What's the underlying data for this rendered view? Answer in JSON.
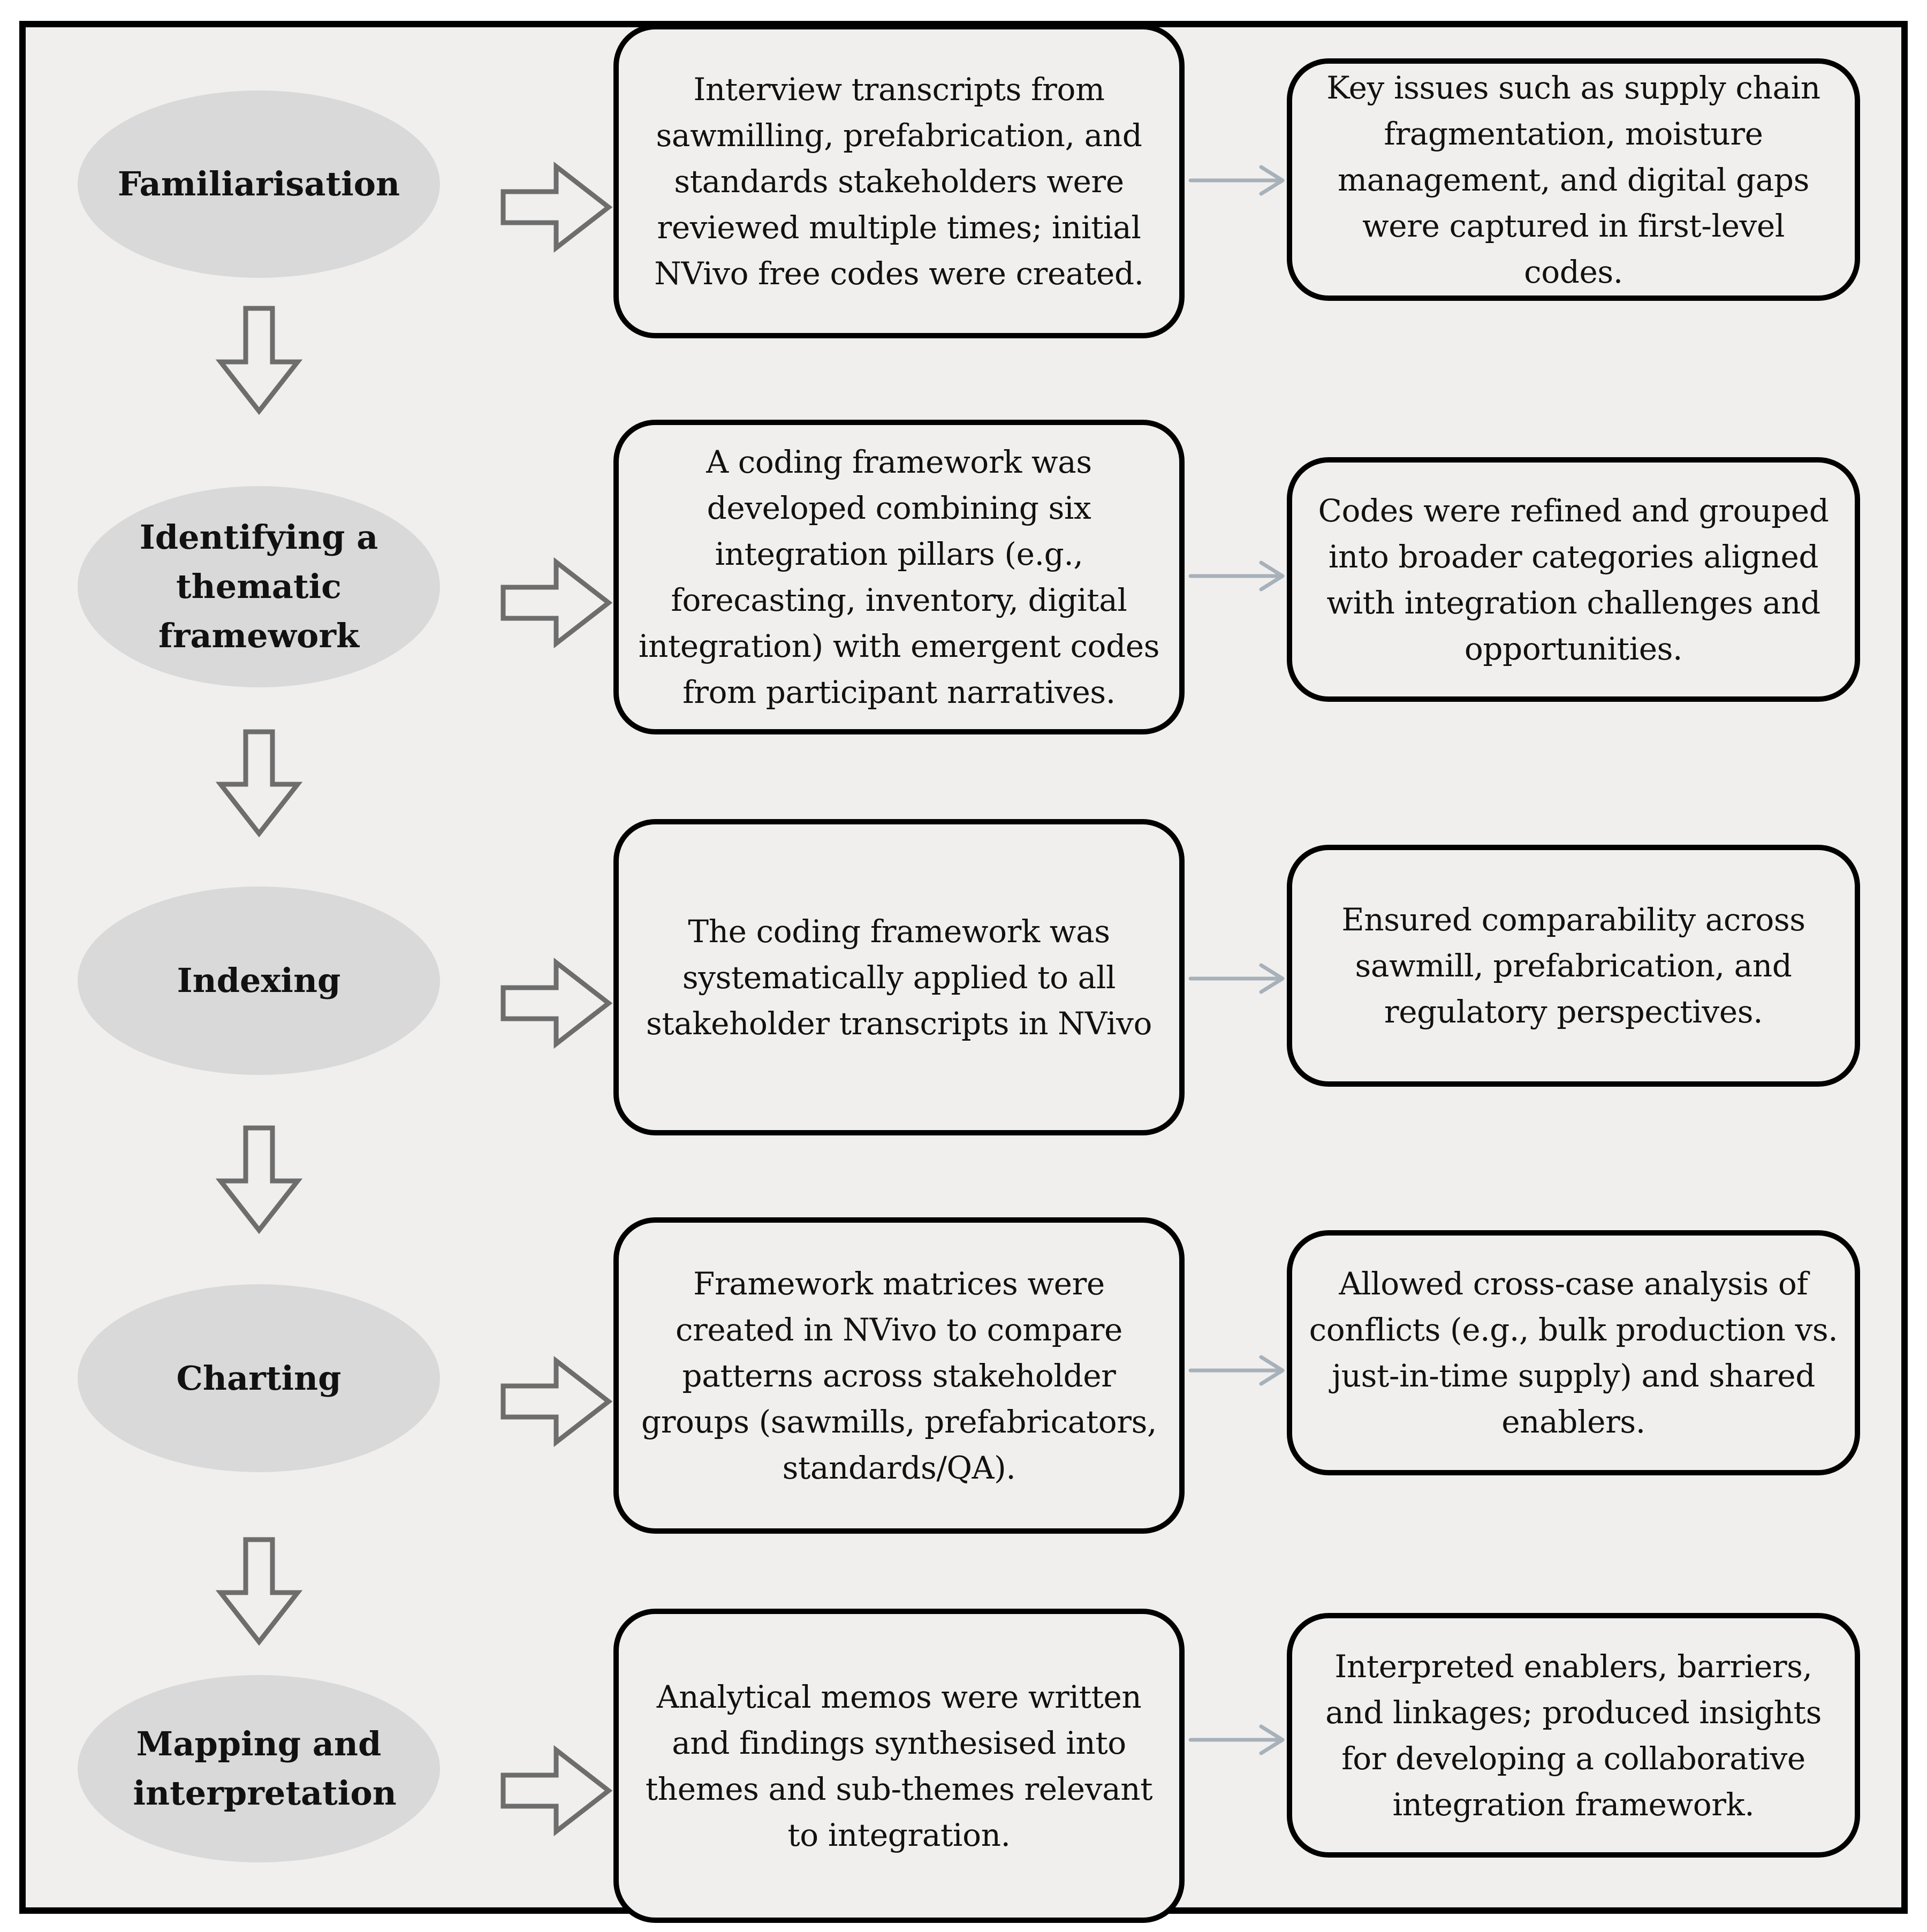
{
  "colors": {
    "background": "#f0efee",
    "stage_fill": "#d9d9d9",
    "box_border": "#000000",
    "block_arrow": "#6d6d6d",
    "connector_arrow": "#a7b1ba"
  },
  "stages": [
    {
      "label": "Familiarisation",
      "process": "Interview transcripts from sawmilling, prefabrication, and standards stakeholders were reviewed multiple times; initial NVivo free codes were created.",
      "outcome": "Key issues such as supply chain fragmentation, moisture management, and digital gaps were captured in first-level codes."
    },
    {
      "label": "Identifying a thematic framework",
      "process": "A coding framework was developed combining six integration pillars (e.g., forecasting, inventory, digital integration) with emergent codes from participant narratives.",
      "outcome": "Codes were refined and grouped into broader categories aligned with integration challenges and opportunities."
    },
    {
      "label": "Indexing",
      "process": "The coding framework was systematically applied to all stakeholder transcripts in NVivo",
      "outcome": "Ensured comparability across sawmill, prefabrication, and regulatory perspectives."
    },
    {
      "label": "Charting",
      "process": "Framework matrices were created in NVivo to compare patterns across stakeholder groups (sawmills, prefabricators, standards/QA).",
      "outcome": "Allowed cross-case analysis of conflicts (e.g., bulk production vs. just-in-time supply) and shared enablers."
    },
    {
      "label": "Mapping and interpretation",
      "process": "Analytical memos were written and findings synthesised into themes and sub-themes relevant to integration.",
      "outcome": "Interpreted enablers, barriers, and linkages; produced insights for developing a collaborative integration framework."
    }
  ]
}
